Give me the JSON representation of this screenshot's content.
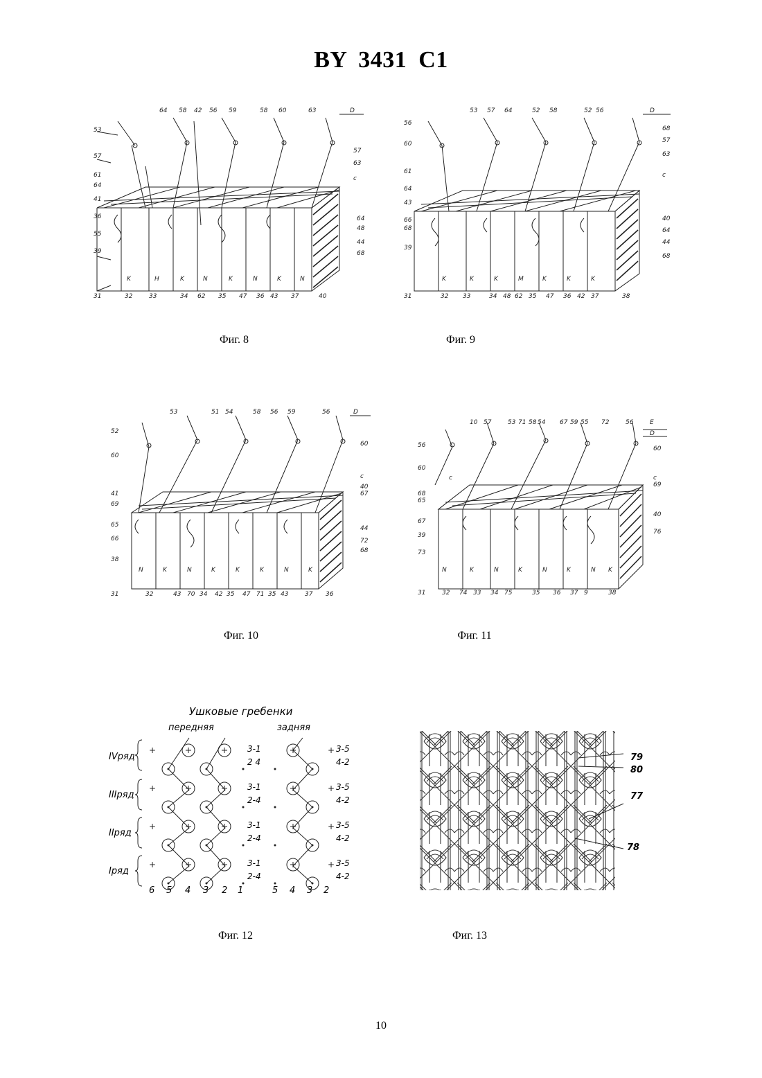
{
  "header": {
    "title": "BY 3431 C1"
  },
  "figures": [
    {
      "caption": "Фиг. 8"
    },
    {
      "caption": "Фиг. 9"
    },
    {
      "caption": "Фиг. 10"
    },
    {
      "caption": "Фиг. 11"
    },
    {
      "caption": "Фиг. 12"
    },
    {
      "caption": "Фиг. 13"
    }
  ],
  "fig12": {
    "heading": "Ушковые гребенки",
    "front_label": "передняя",
    "back_label": "задняя",
    "rows": [
      "IVряд",
      "IIIряд",
      "IIряд",
      "Iряд"
    ],
    "front_codes": [
      [
        "3-1",
        "2 4"
      ],
      [
        "3-1",
        "2-4"
      ],
      [
        "3-1",
        "2-4"
      ],
      [
        "3-1",
        "2-4"
      ]
    ],
    "back_codes": [
      [
        "3-5",
        "4-2"
      ],
      [
        "3-5",
        "4-2"
      ],
      [
        "3-5",
        "4-2"
      ],
      [
        "3-5",
        "4-2"
      ]
    ],
    "front_numbers": [
      "6",
      "5",
      "4",
      "3",
      "2",
      "1"
    ],
    "back_numbers": [
      "5",
      "4",
      "3",
      "2"
    ]
  },
  "fig13": {
    "labels": [
      "79",
      "80",
      "77",
      "78"
    ]
  },
  "page": {
    "number": "10"
  }
}
